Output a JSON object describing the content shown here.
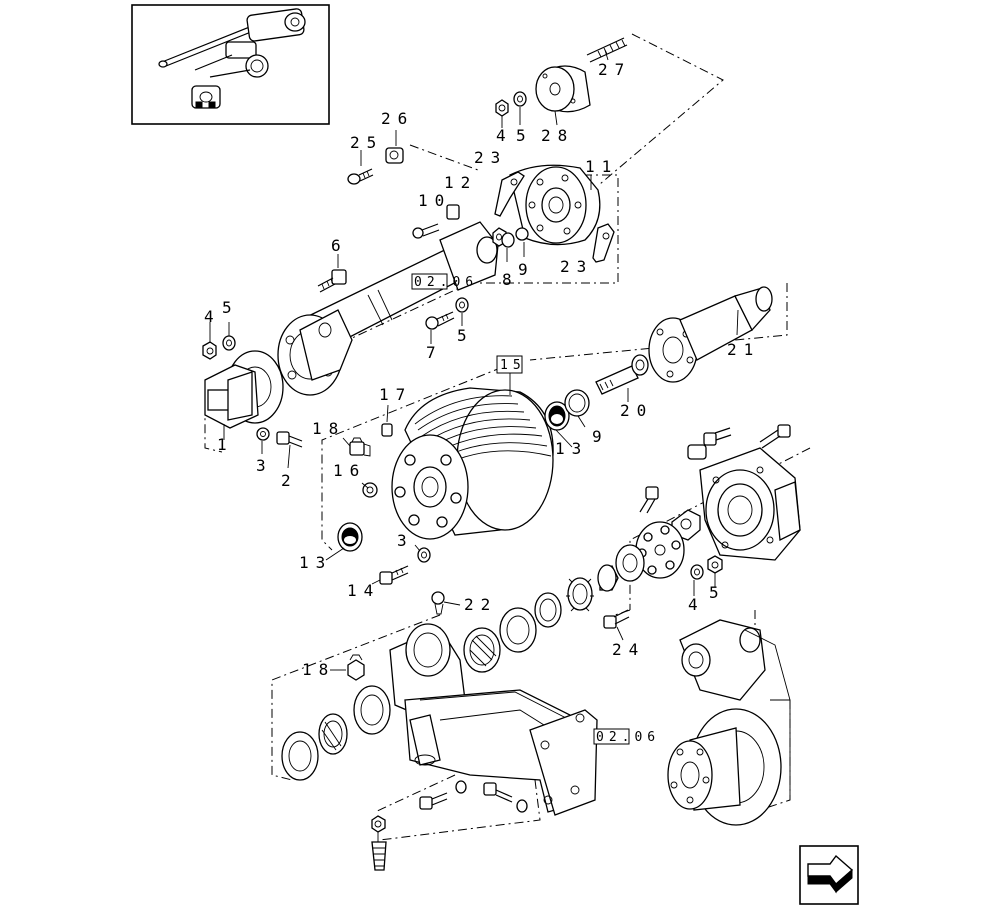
{
  "callouts": {
    "c1": "1",
    "c2": "2",
    "c3a": "3",
    "c3b": "3",
    "c4a": "4",
    "c4b": "4",
    "c4c": "4",
    "c5a": "5",
    "c5b": "5",
    "c5c": "5",
    "c5d": "5",
    "c6": "6",
    "c7": "7",
    "c8": "8",
    "c9a": "9",
    "c9b": "9",
    "c10": "10",
    "c11": "11",
    "c12": "12",
    "c13a": "13",
    "c13b": "13",
    "c14": "14",
    "c16": "16",
    "c17": "17",
    "c18a": "18",
    "c18b": "18",
    "c20": "20",
    "c21": "21",
    "c22": "22",
    "c23a": "23",
    "c23b": "23",
    "c24": "24",
    "c25": "25",
    "c26": "26",
    "c27": "27",
    "c28": "28"
  },
  "refs": {
    "ref_a": "02.06",
    "ref_b": "02.06",
    "boxed_15": "15"
  },
  "icons": {
    "nav": "next-page-arrow-icon"
  }
}
